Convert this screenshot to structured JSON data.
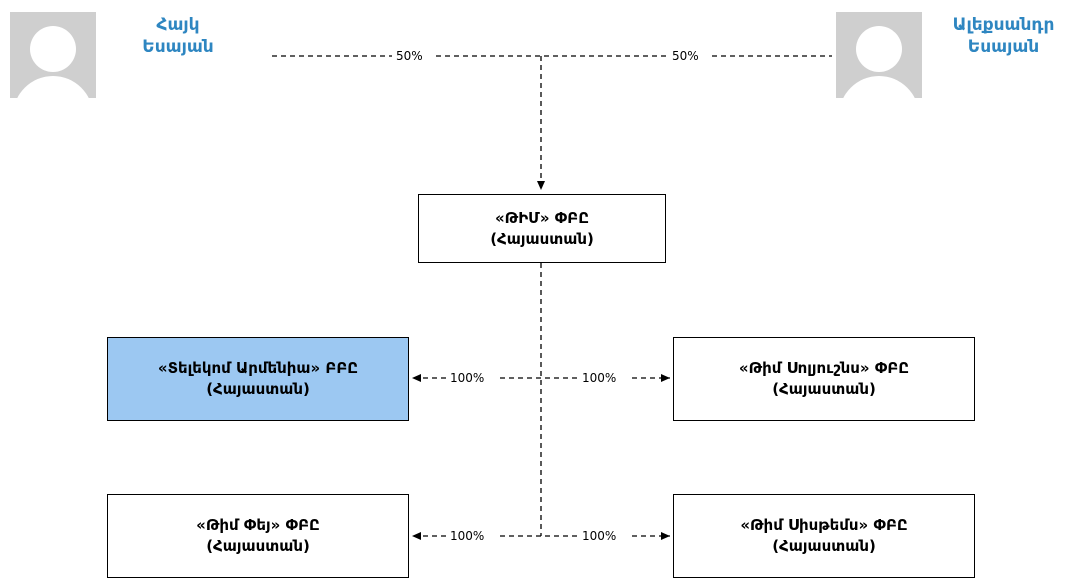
{
  "owners": [
    {
      "first": "Հայկ",
      "last": "Եսայան",
      "share": "50%"
    },
    {
      "first": "Ալեքսանդր",
      "last": "Եսայան",
      "share": "50%"
    }
  ],
  "parent": {
    "name": "«ԹԻՄ» ՓԲԸ",
    "country": "(Հայաստան)"
  },
  "subsidiaries": [
    {
      "name": "«Տելեկոմ Արմենիա» ԲԲԸ",
      "country": "(Հայաստան)",
      "share": "100%",
      "highlighted": true
    },
    {
      "name": "«Թիմ Սոլյուշնս» ՓԲԸ",
      "country": "(Հայաստան)",
      "share": "100%"
    },
    {
      "name": "«Թիմ Փեյ» ՓԲԸ",
      "country": "(Հայաստան)",
      "share": "100%"
    },
    {
      "name": "«Թիմ Սիսթեմս» ՓԲԸ",
      "country": "(Հայաստան)",
      "share": "100%"
    }
  ],
  "colors": {
    "name_text": "#2e86c1",
    "highlight_fill": "#9cc8f2",
    "avatar_bg": "#cfcfcf"
  },
  "icons": [
    "person-placeholder-icon"
  ]
}
